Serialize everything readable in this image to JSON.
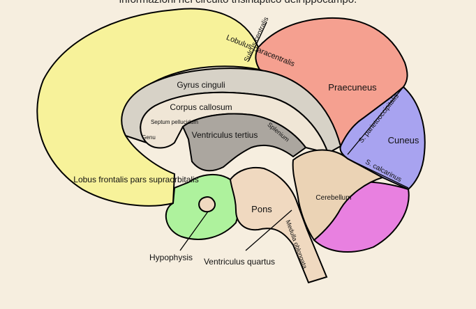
{
  "caption": "informazioni nel circuito trisinaptico dell'ippocampo.",
  "labels": {
    "sulcus_centralis": "Sulcus centralis",
    "lobulus_paracentralis": "Lobulus paracentralis",
    "gyrus_cinguli": "Gyrus cinguli",
    "praecuneus": "Praecuneus",
    "corpus_callosum": "Corpus callosum",
    "septum_pellucidum": "Septum pellucidum",
    "genu": "Genu",
    "ventriculus_tertius": "Ventriculus tertius",
    "splenium": "Splenium",
    "s_parietooccipitalis": "S. parietooccipitalis",
    "cuneus": "Cuneus",
    "s_calcarinus": "S. calcarinus",
    "lobus_frontalis": "Lobus frontalis pars supraorbitalis",
    "cerebellum": "Cerebellum",
    "pons": "Pons",
    "medulla_oblongata": "Medulla oblongata",
    "hypophysis": "Hypophysis",
    "ventriculus_quartus": "Ventriculus quartus"
  },
  "colors": {
    "frontal": "#f7f29a",
    "parietal": "#f5a090",
    "occipital": "#a8a3f0",
    "cingulate": "#d7d2c7",
    "corpus_callosum": "#f0e6d6",
    "ventricle": "#aba69f",
    "brainstem": "#f0d9c0",
    "cerebellum_inner": "#ebd3b5",
    "cerebellum_outer": "#e880e0",
    "temporal": "#aef29d",
    "background": "#f6eedf"
  }
}
